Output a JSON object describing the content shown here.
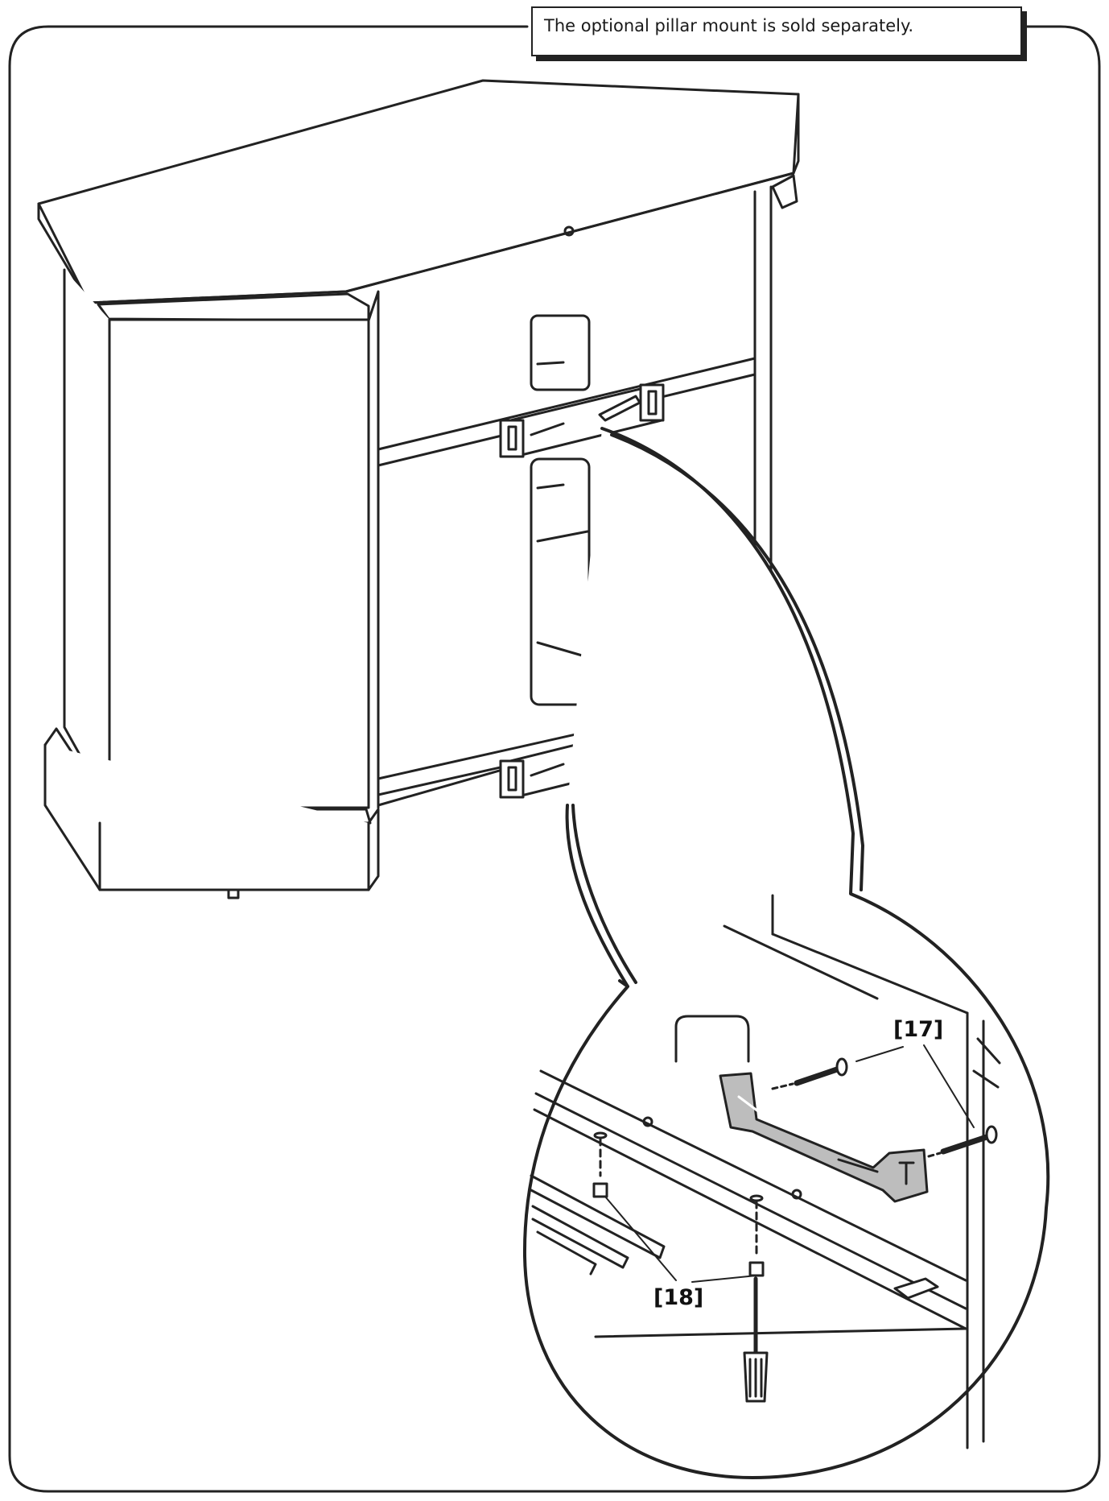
{
  "note": {
    "text": "The optional pillar mount is sold separately."
  },
  "callouts": {
    "part_17": "[17]",
    "part_18": "[18]"
  },
  "colors": {
    "line": "#222222",
    "bracket_fill": "#bdbdbd",
    "background": "#ffffff"
  },
  "icons": {
    "detail_magnifier": "magnified-detail-circle",
    "tool": "screwdriver-icon"
  }
}
